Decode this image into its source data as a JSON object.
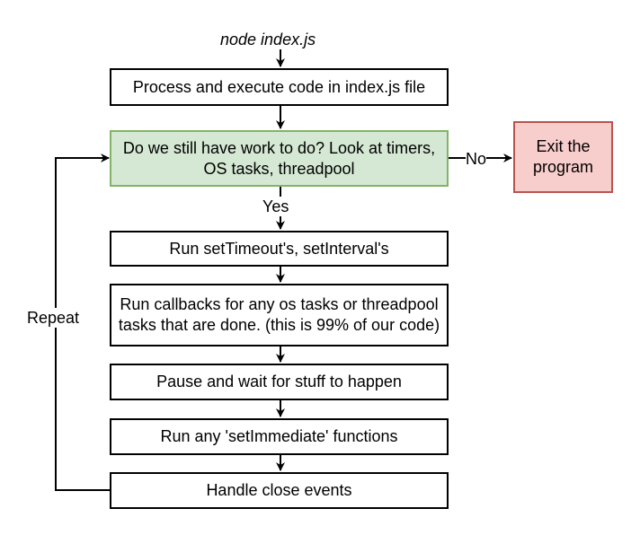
{
  "start_label": "node index.js",
  "nodes": {
    "process": "Process and execute code in index.js file",
    "decision": "Do we still have work to do? Look at timers, OS tasks, threadpool",
    "exit": "Exit the program",
    "timers": "Run setTimeout's, setInterval's",
    "callbacks": "Run callbacks for any os tasks or threadpool tasks that are done. (this is 99% of our code)",
    "pause": "Pause and wait for stuff to happen",
    "immediate": "Run any 'setImmediate' functions",
    "close": "Handle close events"
  },
  "edge_labels": {
    "no": "No",
    "yes": "Yes",
    "repeat": "Repeat"
  },
  "colors": {
    "decision_fill": "#d5e8d4",
    "decision_stroke": "#82b366",
    "exit_fill": "#f8cecc",
    "exit_stroke": "#b85450"
  }
}
